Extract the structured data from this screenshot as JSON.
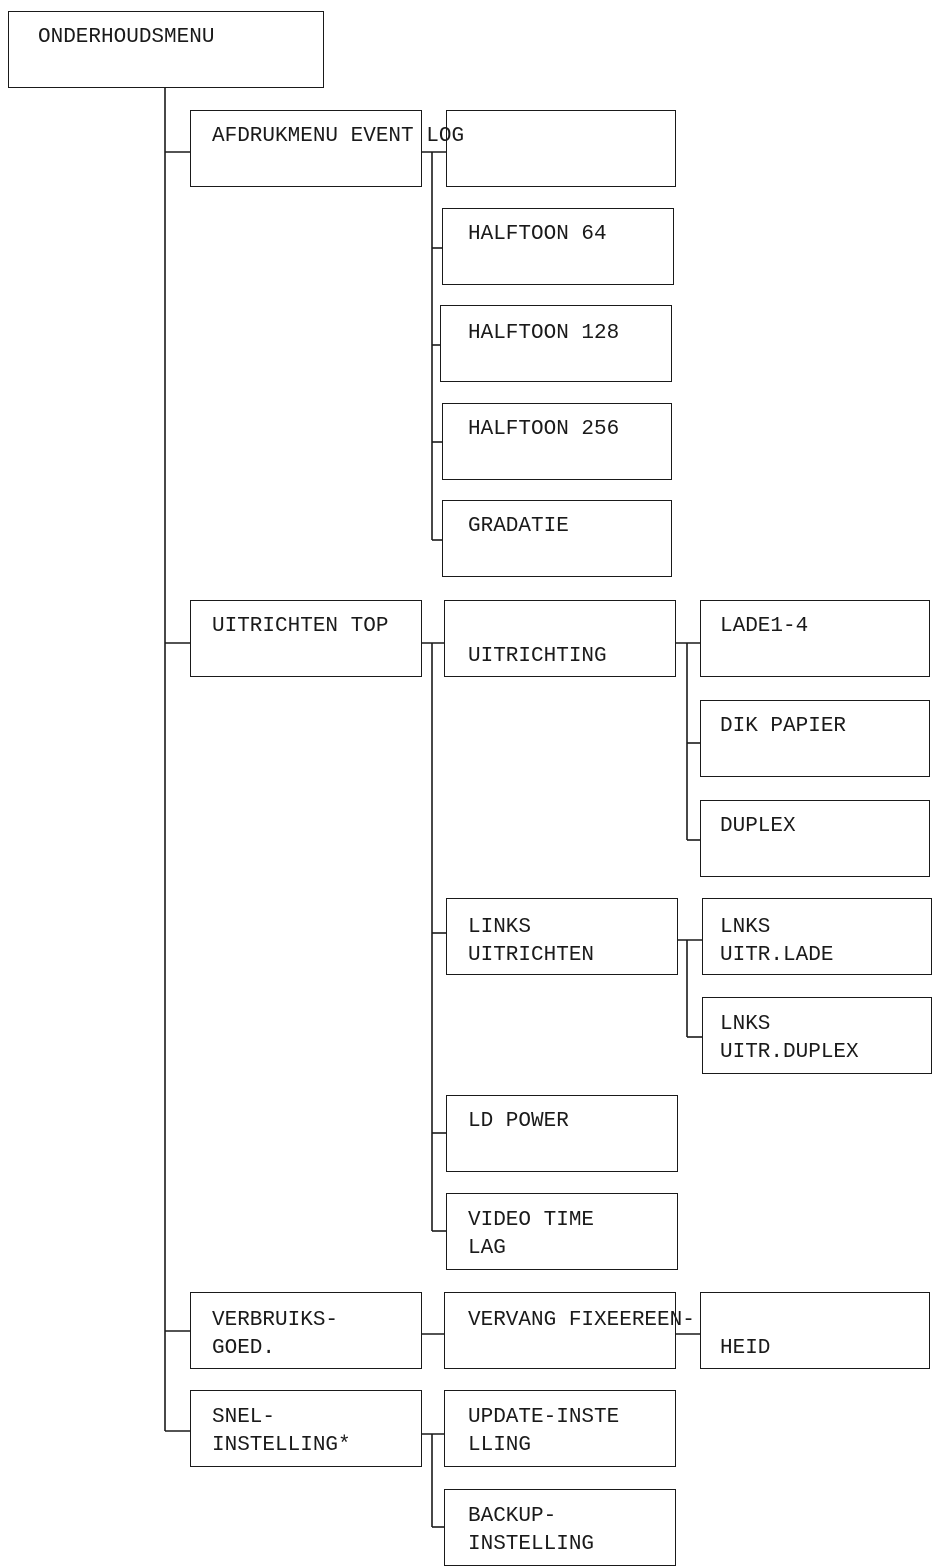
{
  "diagram": {
    "root": {
      "label": [
        "ONDERHOUDSMENU"
      ]
    },
    "afdrukmenu": {
      "label": [
        "AFDRUKMENU EVENT LOG"
      ],
      "children": [
        {
          "label": [
            ""
          ]
        },
        {
          "label": [
            "HALFTOON 64"
          ]
        },
        {
          "label": [
            "HALFTOON 128"
          ]
        },
        {
          "label": [
            "HALFTOON 256"
          ]
        },
        {
          "label": [
            "GRADATIE"
          ]
        }
      ]
    },
    "uitrichten": {
      "label": [
        "UITRICHTEN TOP"
      ],
      "uitrichting": {
        "label": [
          "UITRICHTING"
        ],
        "children": [
          {
            "label": [
              "LADE1-4"
            ]
          },
          {
            "label": [
              "DIK PAPIER"
            ]
          },
          {
            "label": [
              "DUPLEX"
            ]
          }
        ]
      },
      "links": {
        "label": [
          "LINKS",
          "UITRICHTEN"
        ],
        "children": [
          {
            "label": [
              "LNKS",
              "UITR.LADE"
            ]
          },
          {
            "label": [
              "LNKS",
              "UITR.DUPLEX"
            ]
          }
        ]
      },
      "ld_power": {
        "label": [
          "LD POWER"
        ]
      },
      "video": {
        "label": [
          "VIDEO TIME",
          "LAG"
        ]
      }
    },
    "verbruiks": {
      "label": [
        "VERBRUIKS-",
        "GOED."
      ],
      "vervang": {
        "label": [
          "VERVANG FIXEEREEN-",
          "HEID"
        ]
      }
    },
    "snel": {
      "label": [
        "SNEL-",
        "INSTELLING*"
      ],
      "children": [
        {
          "label": [
            "UPDATE-INSTE",
            "LLING"
          ]
        },
        {
          "label": [
            "BACKUP-",
            "INSTELLING"
          ]
        }
      ]
    }
  }
}
